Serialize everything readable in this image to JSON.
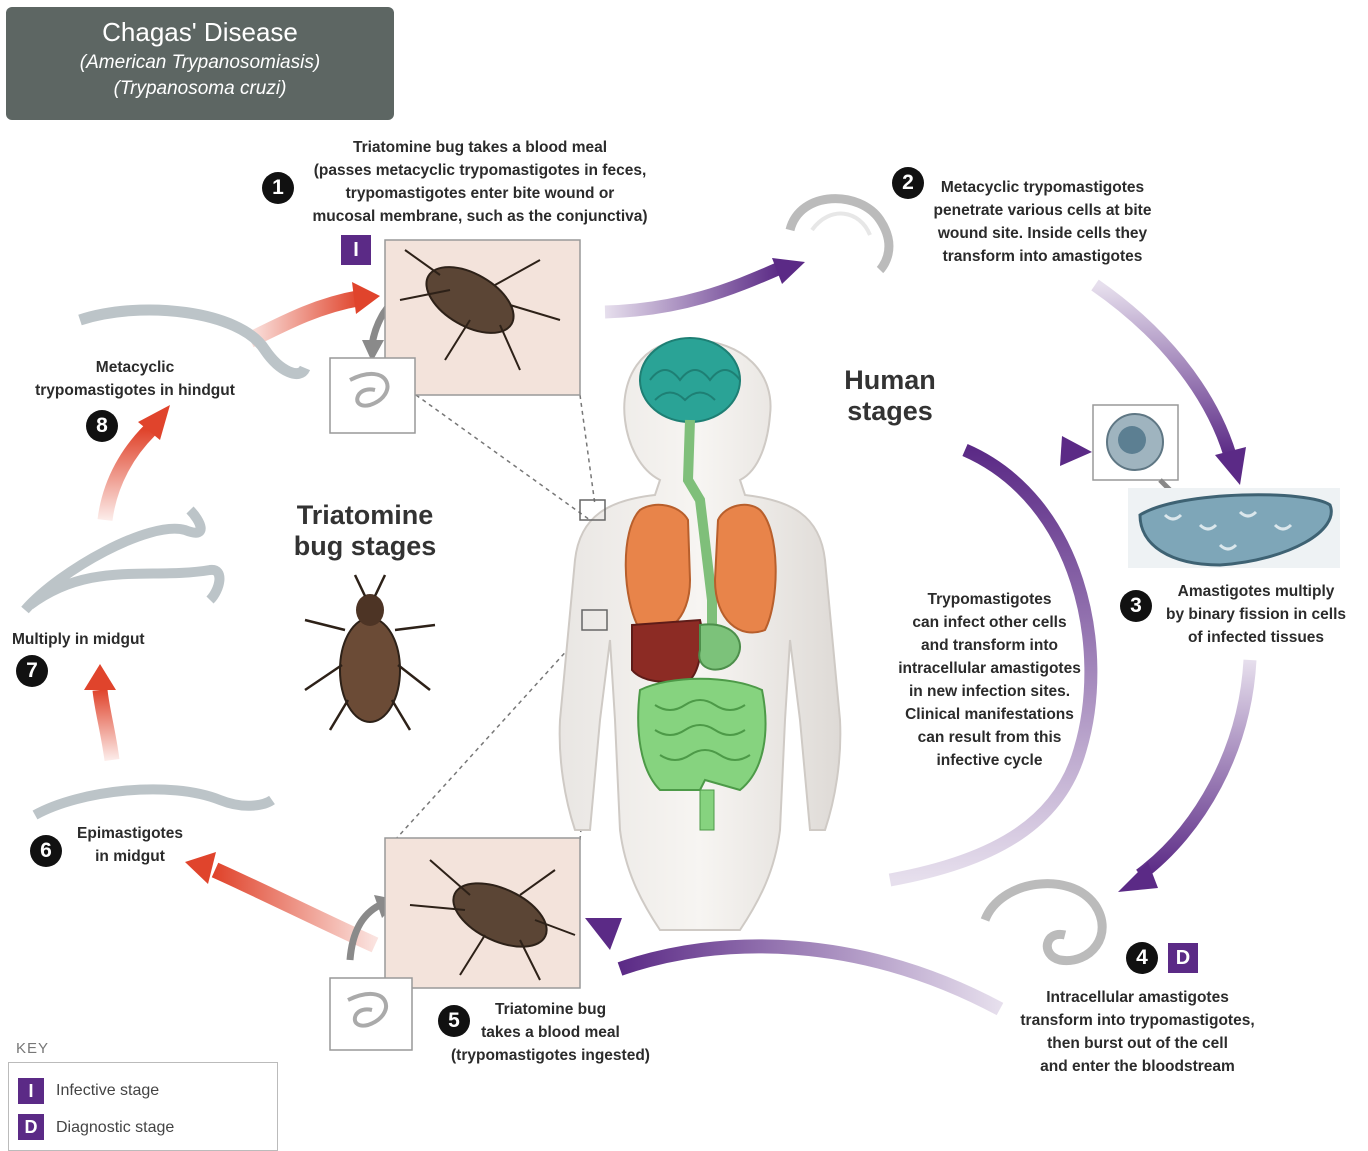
{
  "title": {
    "line1": "Chagas' Disease",
    "line2": "(American Trypanosomiasis)",
    "line3": "(Trypanosoma cruzi)"
  },
  "regions": {
    "human": [
      "Human",
      "stages"
    ],
    "bug": [
      "Triatomine",
      "bug stages"
    ]
  },
  "steps": [
    {
      "num": "1",
      "lines": [
        "Triatomine bug takes a blood meal",
        "(passes metacyclic trypomastigotes in feces,",
        "trypomastigotes enter bite wound or",
        "mucosal membrane, such as the conjunctiva)"
      ]
    },
    {
      "num": "2",
      "lines": [
        "Metacyclic trypomastigotes",
        "penetrate various cells at bite",
        "wound site. Inside cells they",
        "transform into amastigotes"
      ]
    },
    {
      "num": "3",
      "lines": [
        "Amastigotes multiply",
        "by binary fission in cells",
        "of infected tissues"
      ]
    },
    {
      "num": "4",
      "lines": [
        "Intracellular amastigotes",
        "transform into trypomastigotes,",
        "then burst out of the cell",
        "and enter the bloodstream"
      ]
    },
    {
      "num": "5",
      "lines": [
        "Triatomine bug",
        "takes a blood meal",
        "(trypomastigotes ingested)"
      ]
    },
    {
      "num": "6",
      "lines": [
        "Epimastigotes",
        "in midgut"
      ]
    },
    {
      "num": "7",
      "lines": [
        "Multiply in midgut"
      ]
    },
    {
      "num": "8",
      "lines": [
        "Metacyclic",
        "trypomastigotes in hindgut"
      ]
    }
  ],
  "cycle_note": [
    "Trypomastigotes",
    "can infect other cells",
    "and transform into",
    "intracellular amastigotes",
    "in new infection sites.",
    "Clinical manifestations",
    "can result from this",
    "infective cycle"
  ],
  "badges": {
    "infective": "I",
    "diagnostic": "D"
  },
  "key": {
    "title": "KEY",
    "infective_label": "Infective stage",
    "diagnostic_label": "Diagnostic stage"
  },
  "colors": {
    "human_arrow": "#5b2a86",
    "bug_arrow": "#e0442c",
    "title_bg": "#5d6663"
  }
}
